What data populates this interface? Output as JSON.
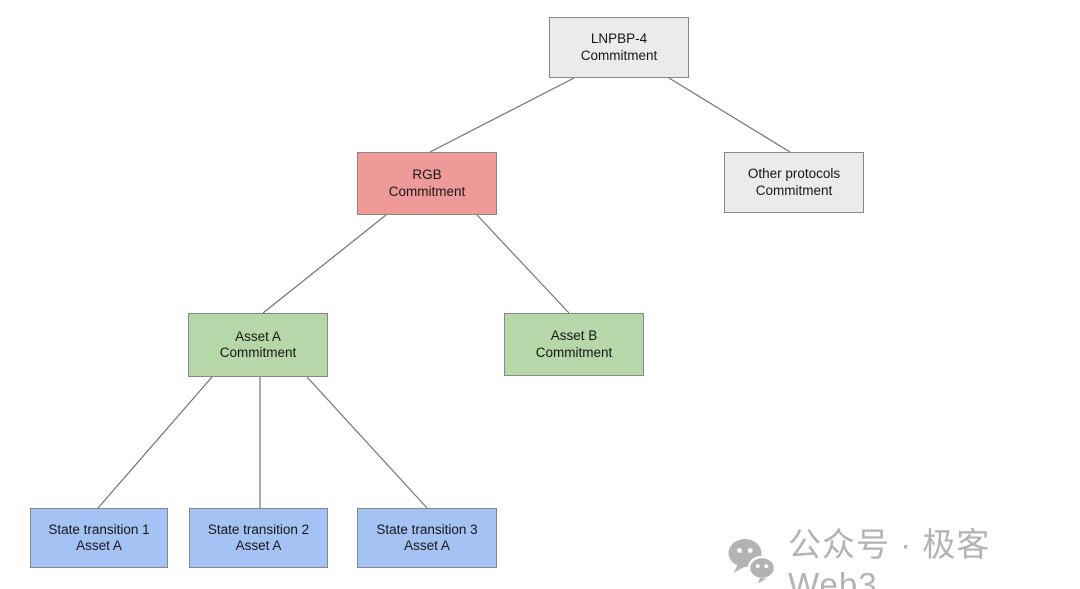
{
  "canvas": {
    "background": "#ffffff"
  },
  "diagram": {
    "node_border_color": "#878787",
    "edge_color": "#737373",
    "nodes": [
      {
        "id": "lnpbp4-commitment",
        "line1": "LNPBP-4",
        "line2": "Commitment",
        "fill": "#ebebeb"
      },
      {
        "id": "rgb-commitment",
        "line1": "RGB",
        "line2": "Commitment",
        "fill": "#ee9a99"
      },
      {
        "id": "other-protocols-commitment",
        "line1": "Other protocols",
        "line2": "Commitment",
        "fill": "#ebebeb"
      },
      {
        "id": "asset-a-commitment",
        "line1": "Asset A",
        "line2": "Commitment",
        "fill": "#b6d7a8"
      },
      {
        "id": "asset-b-commitment",
        "line1": "Asset B",
        "line2": "Commitment",
        "fill": "#b6d7a8"
      },
      {
        "id": "state-transition-1-asset-a",
        "line1": "State transition 1",
        "line2": "Asset A",
        "fill": "#a4c2f4"
      },
      {
        "id": "state-transition-2-asset-a",
        "line1": "State transition 2",
        "line2": "Asset A",
        "fill": "#a4c2f4"
      },
      {
        "id": "state-transition-3-asset-a",
        "line1": "State transition 3",
        "line2": "Asset A",
        "fill": "#a4c2f4"
      }
    ]
  },
  "watermark": {
    "icon": "wechat-icon",
    "text": "公众号 · 极客 Web3",
    "color": "#b3b3b3"
  }
}
